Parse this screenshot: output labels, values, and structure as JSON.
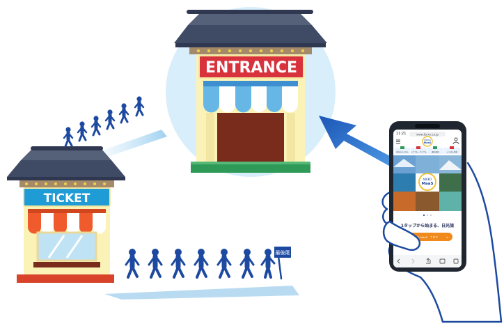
{
  "entrance": {
    "sign": "ENTRANCE"
  },
  "ticket": {
    "sign": "TICKET"
  },
  "queue": {
    "tail_sign": "最後尾"
  },
  "phone": {
    "status_time": "11:21",
    "url": "www.ttxxx.co.jp",
    "logo_line1": "NIKKO",
    "logo_line2": "MaaS",
    "hero_logo_line1": "NIKKO",
    "hero_logo_line2": "MaaS",
    "tagline": "1タップから始まる、日光旅",
    "cta_label": "NIKKO MaaS　ＴＯＰ",
    "tabs": [
      "日光のデジタル",
      "いつでも・どこでも",
      "観光施設",
      "デジタル特典"
    ]
  },
  "colors": {
    "roof": "#3f4a64",
    "entrance_sign": "#d8323c",
    "ticket_sign": "#1f9bd6",
    "awning_accent": "#ef5b2c",
    "awning_blue": "#67b7e6",
    "figure": "#1d4aa0",
    "arrow": "#2867c6",
    "cta": "#f08a1c"
  }
}
